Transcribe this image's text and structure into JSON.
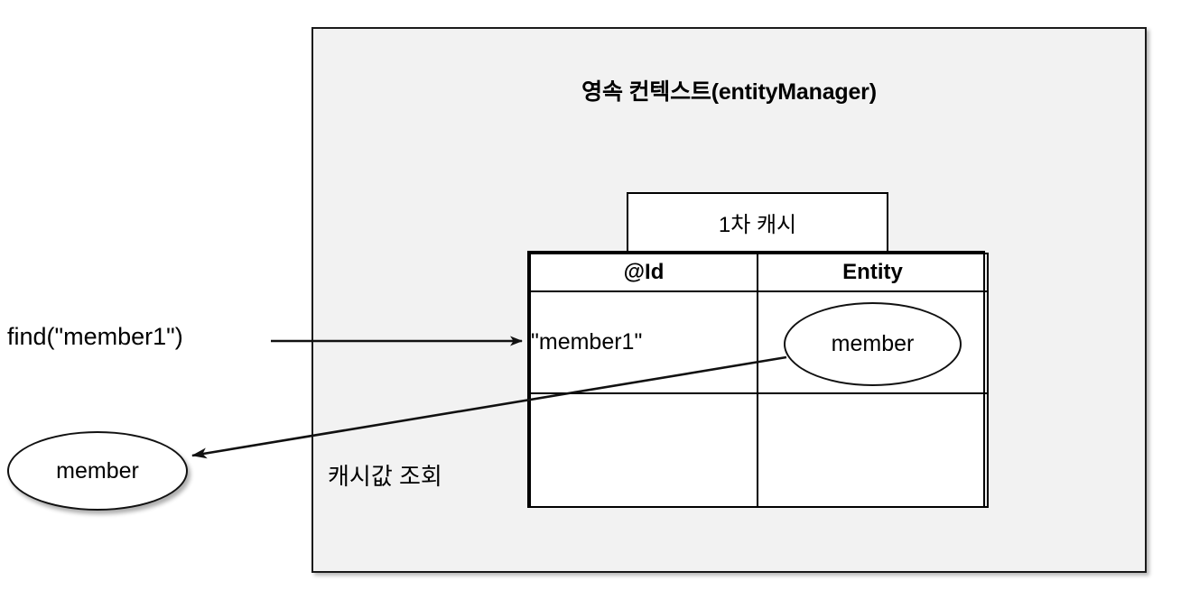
{
  "diagram": {
    "title": "영속 컨텍스트(entityManager)",
    "background_color": "#f2f2f2",
    "border_color": "#1a1a1a"
  },
  "cache": {
    "tab_label": "1차 캐시",
    "columns": [
      "@Id",
      "Entity"
    ],
    "rows": [
      {
        "id": "\"member1\"",
        "entity": "member"
      },
      {
        "id": "",
        "entity": ""
      }
    ]
  },
  "flow": {
    "request_label": "find(\"member1\")",
    "lookup_label": "캐시값 조회",
    "returned_entity": "member",
    "request_arrow_name": "find-request-arrow",
    "return_arrow_name": "cache-hit-return-arrow"
  }
}
